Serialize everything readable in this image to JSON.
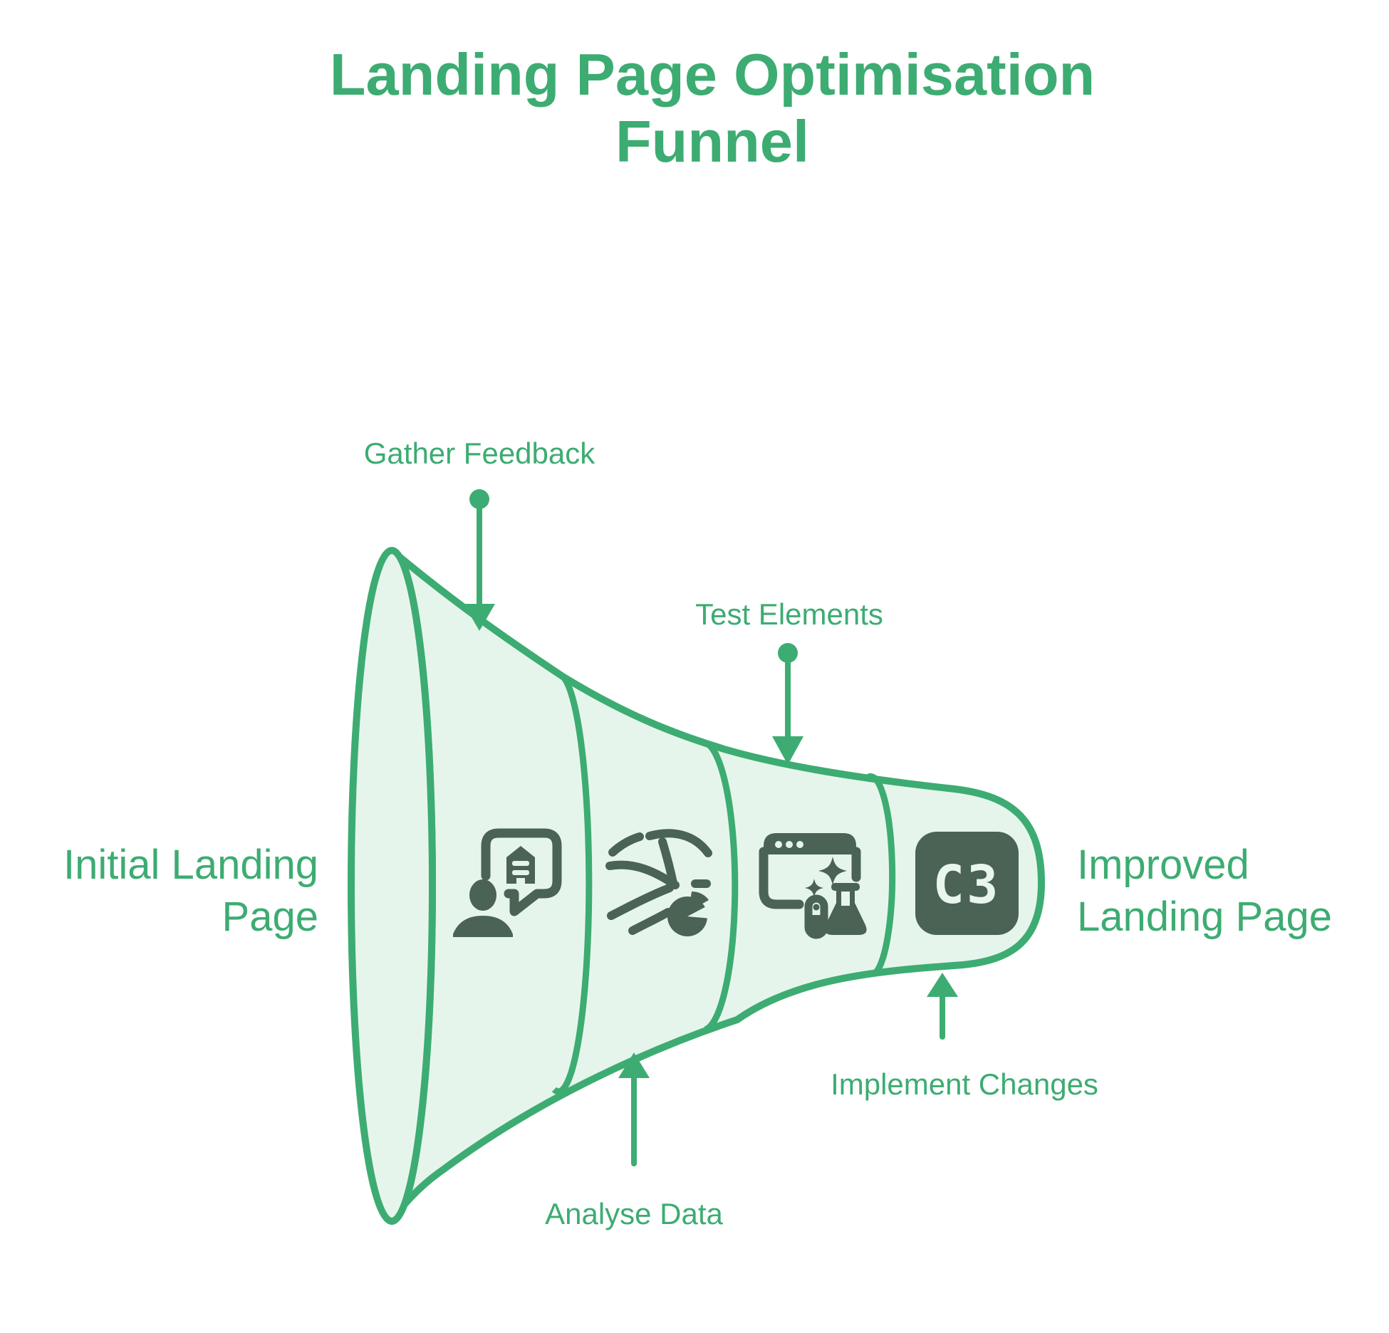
{
  "title": {
    "line1": "Landing Page Optimisation",
    "line2": "Funnel"
  },
  "side_labels": {
    "initial": {
      "line1": "Initial Landing",
      "line2": "Page"
    },
    "improved": {
      "line1": "Improved",
      "line2": "Landing Page"
    }
  },
  "stages": [
    {
      "label": "Gather Feedback",
      "icon": "person-feedback-icon",
      "callout": "top"
    },
    {
      "label": "Analyse Data",
      "icon": "airflow-pie-chart-icon",
      "callout": "bottom"
    },
    {
      "label": "Test Elements",
      "icon": "browser-experiment-icon",
      "callout": "top"
    },
    {
      "label": "Implement Changes",
      "icon": "c3-badge-icon",
      "callout": "bottom"
    }
  ],
  "badge_text": "C3",
  "colors": {
    "accent_green": "#3dac72",
    "funnel_fill": "#e6f5ec",
    "icon_dark": "#4a6354",
    "badge_text_light": "#e9f6ee",
    "background": "#ffffff"
  }
}
